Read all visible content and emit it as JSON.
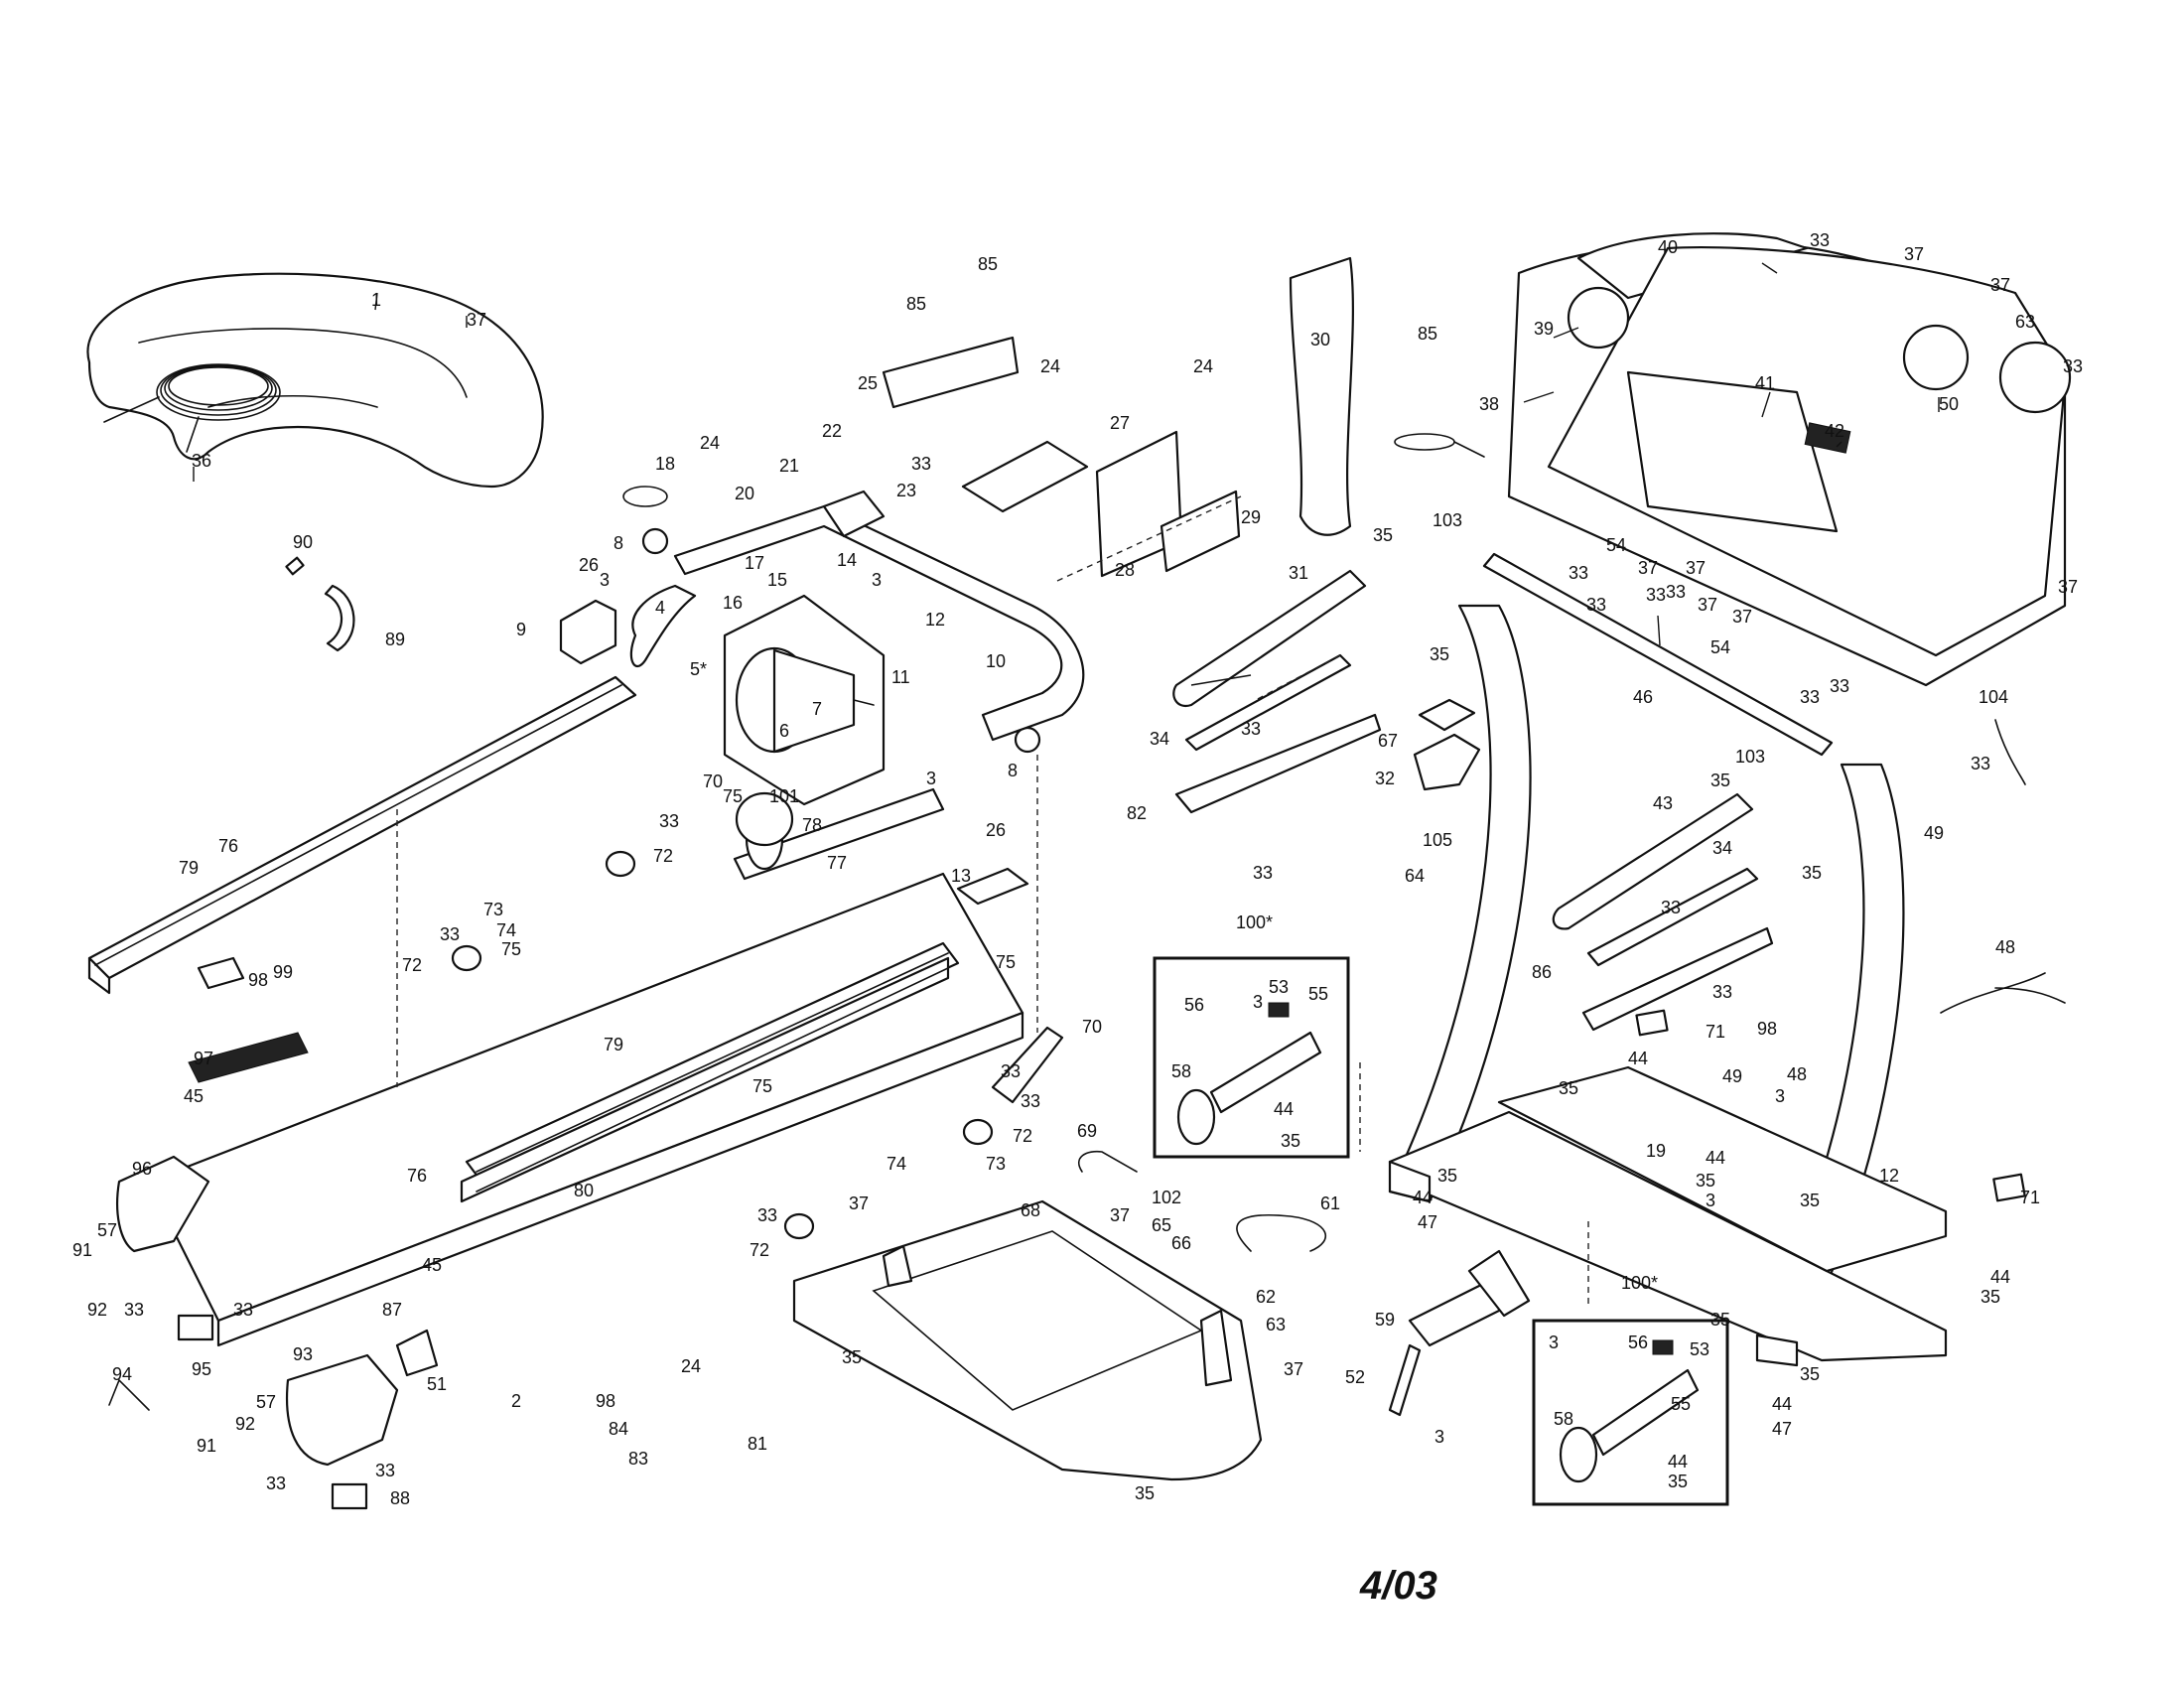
{
  "date_stamp": "4/03",
  "callouts": [
    {
      "id": "1",
      "label": "1"
    },
    {
      "id": "2",
      "label": "2"
    },
    {
      "id": "3a",
      "label": "3"
    },
    {
      "id": "3b",
      "label": "3"
    },
    {
      "id": "3c",
      "label": "3"
    },
    {
      "id": "3d",
      "label": "3"
    },
    {
      "id": "3e",
      "label": "3"
    },
    {
      "id": "3f",
      "label": "3"
    },
    {
      "id": "3g",
      "label": "3"
    },
    {
      "id": "3h",
      "label": "3"
    },
    {
      "id": "4",
      "label": "4"
    },
    {
      "id": "5",
      "label": "5*"
    },
    {
      "id": "6",
      "label": "6"
    },
    {
      "id": "7",
      "label": "7"
    },
    {
      "id": "8a",
      "label": "8"
    },
    {
      "id": "8b",
      "label": "8"
    },
    {
      "id": "9",
      "label": "9"
    },
    {
      "id": "10",
      "label": "10"
    },
    {
      "id": "11",
      "label": "11"
    },
    {
      "id": "12a",
      "label": "12"
    },
    {
      "id": "12b",
      "label": "12"
    },
    {
      "id": "13",
      "label": "13"
    },
    {
      "id": "14",
      "label": "14"
    },
    {
      "id": "15",
      "label": "15"
    },
    {
      "id": "16",
      "label": "16"
    },
    {
      "id": "17",
      "label": "17"
    },
    {
      "id": "18",
      "label": "18"
    },
    {
      "id": "19",
      "label": "19"
    },
    {
      "id": "20",
      "label": "20"
    },
    {
      "id": "21",
      "label": "21"
    },
    {
      "id": "22",
      "label": "22"
    },
    {
      "id": "23",
      "label": "23"
    },
    {
      "id": "24a",
      "label": "24"
    },
    {
      "id": "24b",
      "label": "24"
    },
    {
      "id": "24c",
      "label": "24"
    },
    {
      "id": "24d",
      "label": "24"
    },
    {
      "id": "25",
      "label": "25"
    },
    {
      "id": "26a",
      "label": "26"
    },
    {
      "id": "26b",
      "label": "26"
    },
    {
      "id": "27",
      "label": "27"
    },
    {
      "id": "28",
      "label": "28"
    },
    {
      "id": "29",
      "label": "29"
    },
    {
      "id": "30",
      "label": "30"
    },
    {
      "id": "31",
      "label": "31"
    },
    {
      "id": "32",
      "label": "32"
    },
    {
      "id": "33a",
      "label": "33"
    },
    {
      "id": "33b",
      "label": "33"
    },
    {
      "id": "33c",
      "label": "33"
    },
    {
      "id": "33d",
      "label": "33"
    },
    {
      "id": "33e",
      "label": "33"
    },
    {
      "id": "33f",
      "label": "33"
    },
    {
      "id": "33g",
      "label": "33"
    },
    {
      "id": "33h",
      "label": "33"
    },
    {
      "id": "33i",
      "label": "33"
    },
    {
      "id": "33j",
      "label": "33"
    },
    {
      "id": "33k",
      "label": "33"
    },
    {
      "id": "33l",
      "label": "33"
    },
    {
      "id": "33m",
      "label": "33"
    },
    {
      "id": "33n",
      "label": "33"
    },
    {
      "id": "33o",
      "label": "33"
    },
    {
      "id": "33p",
      "label": "33"
    },
    {
      "id": "33q",
      "label": "33"
    },
    {
      "id": "33r",
      "label": "33"
    },
    {
      "id": "33s",
      "label": "33"
    },
    {
      "id": "33t",
      "label": "33"
    },
    {
      "id": "33u",
      "label": "33"
    },
    {
      "id": "33v",
      "label": "33"
    },
    {
      "id": "33w",
      "label": "33"
    },
    {
      "id": "34a",
      "label": "34"
    },
    {
      "id": "34b",
      "label": "34"
    },
    {
      "id": "35a",
      "label": "35"
    },
    {
      "id": "35b",
      "label": "35"
    },
    {
      "id": "35c",
      "label": "35"
    },
    {
      "id": "35d",
      "label": "35"
    },
    {
      "id": "35e",
      "label": "35"
    },
    {
      "id": "35f",
      "label": "35"
    },
    {
      "id": "35g",
      "label": "35"
    },
    {
      "id": "35h",
      "label": "35"
    },
    {
      "id": "35i",
      "label": "35"
    },
    {
      "id": "35j",
      "label": "35"
    },
    {
      "id": "35k",
      "label": "35"
    },
    {
      "id": "35l",
      "label": "35"
    },
    {
      "id": "35m",
      "label": "35"
    },
    {
      "id": "35n",
      "label": "35"
    },
    {
      "id": "35o",
      "label": "35"
    },
    {
      "id": "36",
      "label": "36"
    },
    {
      "id": "37a",
      "label": "37"
    },
    {
      "id": "37b",
      "label": "37"
    },
    {
      "id": "37c",
      "label": "37"
    },
    {
      "id": "37d",
      "label": "37"
    },
    {
      "id": "37e",
      "label": "37"
    },
    {
      "id": "37f",
      "label": "37"
    },
    {
      "id": "37g",
      "label": "37"
    },
    {
      "id": "37h",
      "label": "37"
    },
    {
      "id": "37i",
      "label": "37"
    },
    {
      "id": "37j",
      "label": "37"
    },
    {
      "id": "37k",
      "label": "37"
    },
    {
      "id": "38",
      "label": "38"
    },
    {
      "id": "39",
      "label": "39"
    },
    {
      "id": "40",
      "label": "40"
    },
    {
      "id": "41",
      "label": "41"
    },
    {
      "id": "42",
      "label": "42"
    },
    {
      "id": "43",
      "label": "43"
    },
    {
      "id": "44a",
      "label": "44"
    },
    {
      "id": "44b",
      "label": "44"
    },
    {
      "id": "44c",
      "label": "44"
    },
    {
      "id": "44d",
      "label": "44"
    },
    {
      "id": "44e",
      "label": "44"
    },
    {
      "id": "44f",
      "label": "44"
    },
    {
      "id": "44g",
      "label": "44"
    },
    {
      "id": "45a",
      "label": "45"
    },
    {
      "id": "45b",
      "label": "45"
    },
    {
      "id": "46",
      "label": "46"
    },
    {
      "id": "47a",
      "label": "47"
    },
    {
      "id": "47b",
      "label": "47"
    },
    {
      "id": "48a",
      "label": "48"
    },
    {
      "id": "48b",
      "label": "48"
    },
    {
      "id": "49a",
      "label": "49"
    },
    {
      "id": "49b",
      "label": "49"
    },
    {
      "id": "50",
      "label": "50"
    },
    {
      "id": "51",
      "label": "51"
    },
    {
      "id": "52",
      "label": "52"
    },
    {
      "id": "53a",
      "label": "53"
    },
    {
      "id": "53b",
      "label": "53"
    },
    {
      "id": "54a",
      "label": "54"
    },
    {
      "id": "54b",
      "label": "54"
    },
    {
      "id": "55a",
      "label": "55"
    },
    {
      "id": "55b",
      "label": "55"
    },
    {
      "id": "56a",
      "label": "56"
    },
    {
      "id": "56b",
      "label": "56"
    },
    {
      "id": "57a",
      "label": "57"
    },
    {
      "id": "57b",
      "label": "57"
    },
    {
      "id": "58a",
      "label": "58"
    },
    {
      "id": "58b",
      "label": "58"
    },
    {
      "id": "59",
      "label": "59"
    },
    {
      "id": "61",
      "label": "61"
    },
    {
      "id": "62",
      "label": "62"
    },
    {
      "id": "63a",
      "label": "63"
    },
    {
      "id": "63b",
      "label": "63"
    },
    {
      "id": "64",
      "label": "64"
    },
    {
      "id": "65",
      "label": "65"
    },
    {
      "id": "66",
      "label": "66"
    },
    {
      "id": "67",
      "label": "67"
    },
    {
      "id": "68",
      "label": "68"
    },
    {
      "id": "69",
      "label": "69"
    },
    {
      "id": "70a",
      "label": "70"
    },
    {
      "id": "70b",
      "label": "70"
    },
    {
      "id": "71a",
      "label": "71"
    },
    {
      "id": "71b",
      "label": "71"
    },
    {
      "id": "72a",
      "label": "72"
    },
    {
      "id": "72b",
      "label": "72"
    },
    {
      "id": "72c",
      "label": "72"
    },
    {
      "id": "72d",
      "label": "72"
    },
    {
      "id": "73a",
      "label": "73"
    },
    {
      "id": "73b",
      "label": "73"
    },
    {
      "id": "74a",
      "label": "74"
    },
    {
      "id": "74b",
      "label": "74"
    },
    {
      "id": "75a",
      "label": "75"
    },
    {
      "id": "75b",
      "label": "75"
    },
    {
      "id": "75c",
      "label": "75"
    },
    {
      "id": "75d",
      "label": "75"
    },
    {
      "id": "76a",
      "label": "76"
    },
    {
      "id": "76b",
      "label": "76"
    },
    {
      "id": "77",
      "label": "77"
    },
    {
      "id": "78",
      "label": "78"
    },
    {
      "id": "79a",
      "label": "79"
    },
    {
      "id": "79b",
      "label": "79"
    },
    {
      "id": "80",
      "label": "80"
    },
    {
      "id": "81",
      "label": "81"
    },
    {
      "id": "82",
      "label": "82"
    },
    {
      "id": "83",
      "label": "83"
    },
    {
      "id": "84",
      "label": "84"
    },
    {
      "id": "85a",
      "label": "85"
    },
    {
      "id": "85b",
      "label": "85"
    },
    {
      "id": "85c",
      "label": "85"
    },
    {
      "id": "86",
      "label": "86"
    },
    {
      "id": "87",
      "label": "87"
    },
    {
      "id": "88",
      "label": "88"
    },
    {
      "id": "89",
      "label": "89"
    },
    {
      "id": "90",
      "label": "90"
    },
    {
      "id": "91a",
      "label": "91"
    },
    {
      "id": "91b",
      "label": "91"
    },
    {
      "id": "92a",
      "label": "92"
    },
    {
      "id": "92b",
      "label": "92"
    },
    {
      "id": "93",
      "label": "93"
    },
    {
      "id": "94",
      "label": "94"
    },
    {
      "id": "95",
      "label": "95"
    },
    {
      "id": "96",
      "label": "96"
    },
    {
      "id": "97",
      "label": "97"
    },
    {
      "id": "98a",
      "label": "98"
    },
    {
      "id": "98b",
      "label": "98"
    },
    {
      "id": "98c",
      "label": "98"
    },
    {
      "id": "99",
      "label": "99"
    },
    {
      "id": "100a",
      "label": "100*"
    },
    {
      "id": "100b",
      "label": "100*"
    },
    {
      "id": "101",
      "label": "101"
    },
    {
      "id": "102",
      "label": "102"
    },
    {
      "id": "103a",
      "label": "103"
    },
    {
      "id": "103b",
      "label": "103"
    },
    {
      "id": "104",
      "label": "104"
    },
    {
      "id": "105",
      "label": "105"
    }
  ]
}
